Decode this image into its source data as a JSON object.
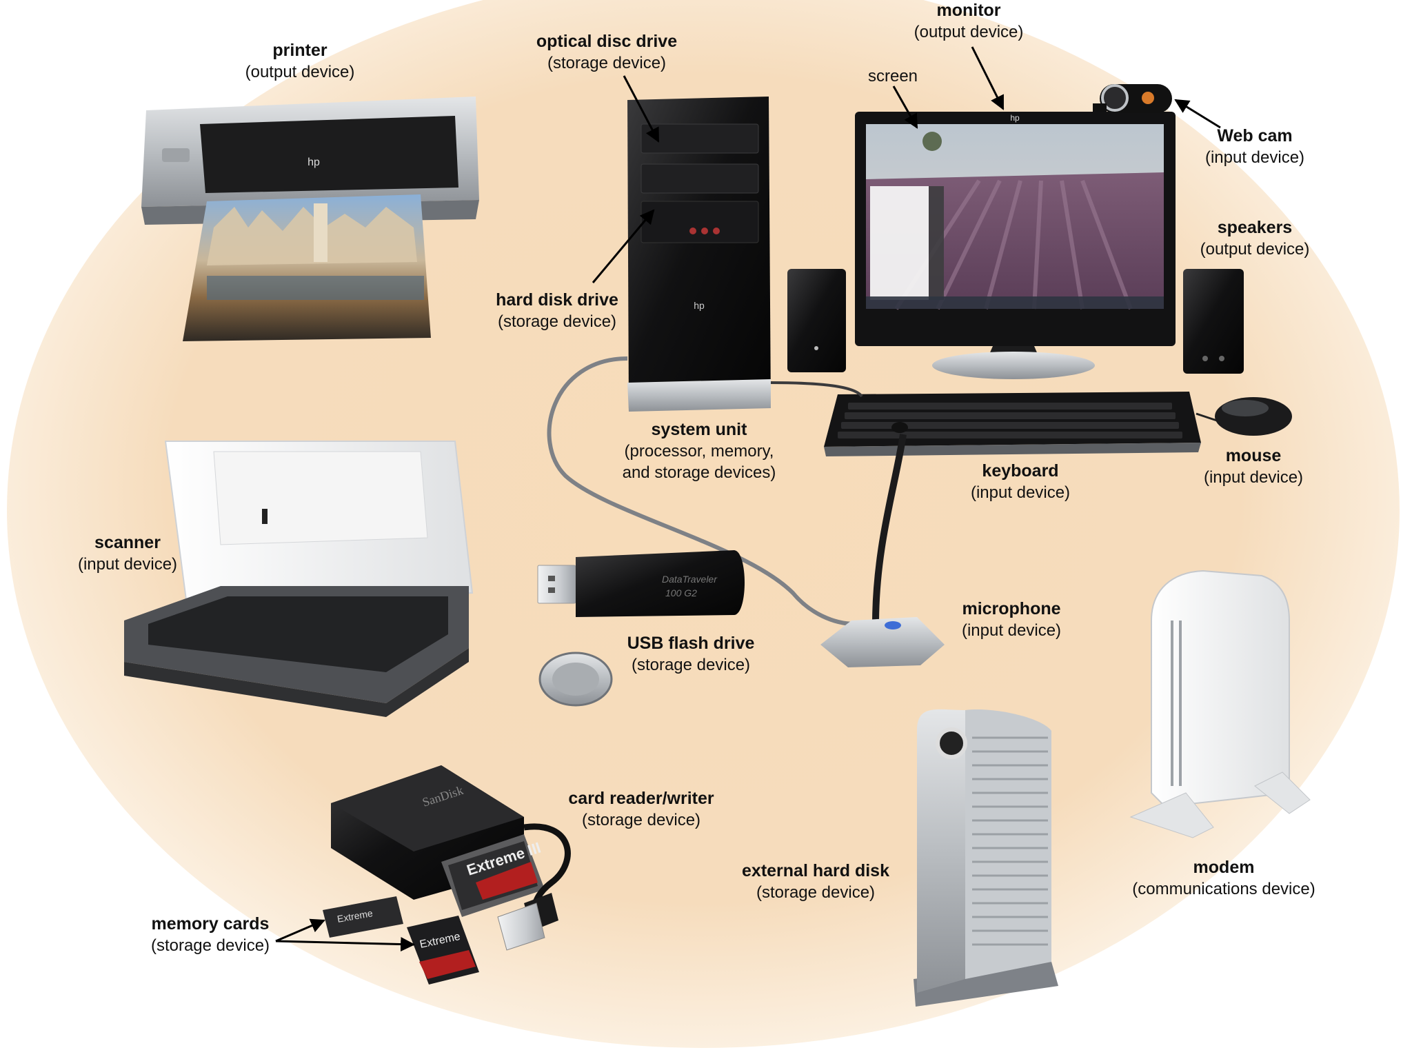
{
  "labels": {
    "printer": {
      "name": "printer",
      "type": "(output device)"
    },
    "optical_disc_drive": {
      "name": "optical disc drive",
      "type": "(storage device)"
    },
    "monitor": {
      "name": "monitor",
      "type": "(output device)"
    },
    "screen": {
      "name": "screen"
    },
    "web_cam": {
      "name": "Web cam",
      "type": "(input device)"
    },
    "speakers": {
      "name": "speakers",
      "type": "(output device)"
    },
    "hard_disk_drive": {
      "name": "hard disk drive",
      "type": "(storage device)"
    },
    "system_unit": {
      "name": "system unit",
      "type": "(processor, memory,",
      "type2": "and storage devices)"
    },
    "keyboard": {
      "name": "keyboard",
      "type": "(input device)"
    },
    "mouse": {
      "name": "mouse",
      "type": "(input device)"
    },
    "scanner": {
      "name": "scanner",
      "type": "(input device)"
    },
    "usb_flash_drive": {
      "name": "USB flash drive",
      "type": "(storage device)"
    },
    "microphone": {
      "name": "microphone",
      "type": "(input device)"
    },
    "card_reader": {
      "name": "card reader/writer",
      "type": "(storage device)"
    },
    "external_hard_disk": {
      "name": "external hard disk",
      "type": "(storage device)"
    },
    "modem": {
      "name": "modem",
      "type": "(communications device)"
    },
    "memory_cards": {
      "name": "memory cards",
      "type": "(storage device)"
    }
  },
  "device_text": {
    "printer_brand": "hp",
    "monitor_brand": "hp",
    "tower_brand": "hp",
    "flash_text_1": "DataTraveler",
    "flash_text_2": "100 G2",
    "card_reader_brand": "SanDisk",
    "card_text_1": "Extreme III",
    "card_text_2": "Extreme",
    "card_text_3": "Extreme"
  },
  "colors": {
    "background_glow": "#f6dcbc",
    "background_edge": "#ffffff"
  }
}
